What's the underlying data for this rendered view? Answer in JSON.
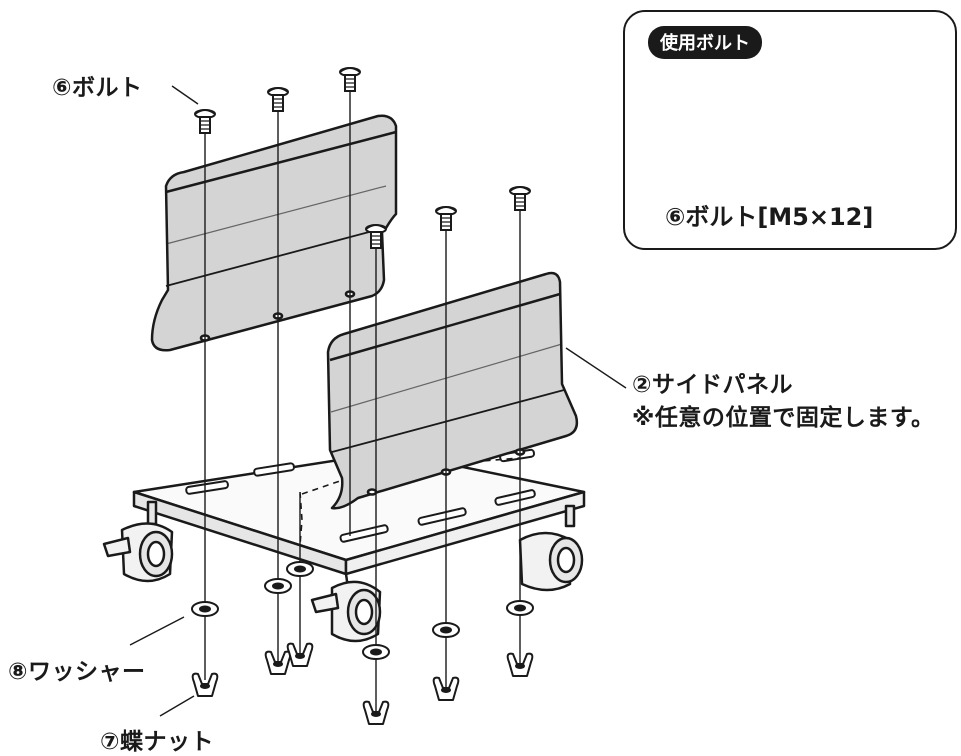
{
  "labels": {
    "bolt": "⑥ボルト",
    "side_panel": "②サイドパネル",
    "side_panel_note": "※任意の位置で固定します。",
    "washer": "⑧ワッシャー",
    "wing_nut": "⑦蝶ナット"
  },
  "inset": {
    "title": "使用ボルト",
    "caption": "⑥ボルト[M5×12]"
  },
  "colors": {
    "panel_fill": "#d4d4d4",
    "line": "#1a1a1a",
    "background": "#ffffff"
  }
}
